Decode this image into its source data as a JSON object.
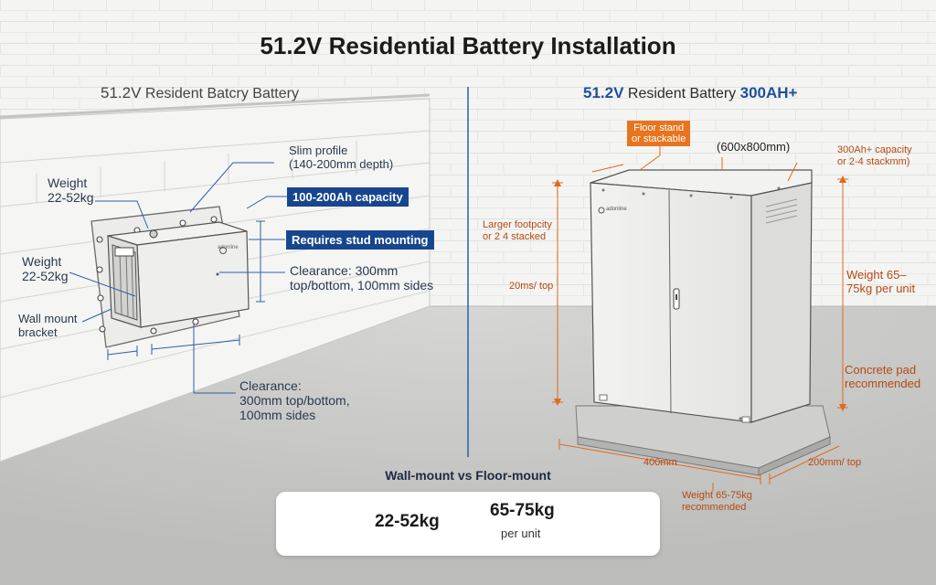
{
  "title": "51.2V Residential Battery Installation",
  "left": {
    "header_prefix": "51.2V",
    "header_rest": "Resident Batcry Battery",
    "slim_profile": [
      "Slim profile",
      "(140-200mm depth)"
    ],
    "weight_top": [
      "Weight",
      "22-52kg"
    ],
    "weight_mid": [
      "Weight",
      "22-52kg"
    ],
    "capacity_box": "100-200Ah capacity",
    "stud_box": "Requires stud mounting",
    "clearance_right": [
      "Clearance: 300mm",
      "top/bottom, 100mm sides"
    ],
    "bracket": [
      "Wall mount",
      "bracket"
    ],
    "clearance_bottom": [
      "Clearance:",
      "300mm top/bottom,",
      "100mm sides"
    ]
  },
  "right": {
    "header_prefix": "51.2V",
    "header_rest": "Resident Battery",
    "header_suffix": "300AH+",
    "floor_box": [
      "Floor stand",
      "or stackable"
    ],
    "dims": "(600x800mm)",
    "capacity_note": [
      "300Ah+ capacity",
      "or 2-4 stackmm)"
    ],
    "footprint": [
      "Larger footpcity",
      "or 2 4 stacked"
    ],
    "height_label": "20ms/ top",
    "weight": [
      "Weight 65–",
      "75kg per unit"
    ],
    "concrete": [
      "Concrete pad",
      "recommended"
    ],
    "width_label": "400mm",
    "depth_label": "200mm/ top",
    "weight_bottom": [
      "Weight 65-75kg",
      "recommended"
    ],
    "brand_left": "adonline",
    "brand_right": "adonline"
  },
  "comparison": {
    "title": "Wall-mount vs Floor-mount",
    "wall_value": "22-52kg",
    "floor_value": "65-75kg",
    "floor_sub": "per unit"
  },
  "colors": {
    "accent_blue": "#17468f",
    "accent_orange": "#e8741f",
    "divider": "#2c5fb0"
  }
}
